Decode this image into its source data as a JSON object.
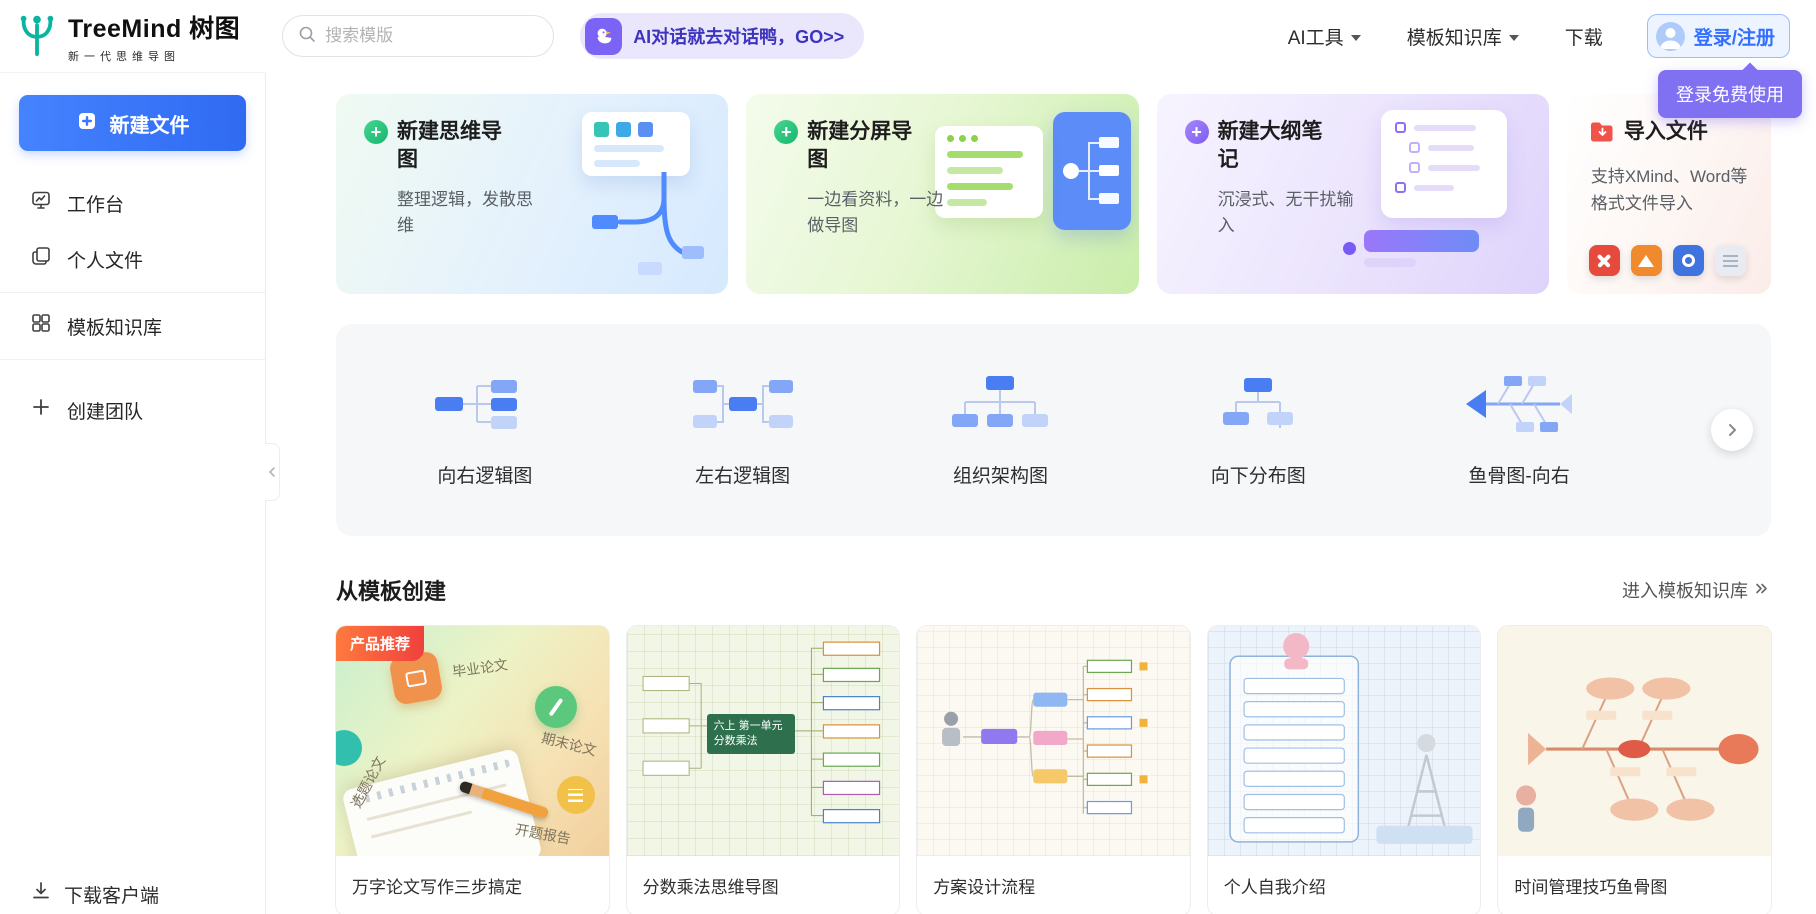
{
  "header": {
    "logo_title": "TreeMind 树图",
    "logo_subtitle": "新一代思维导图",
    "search_placeholder": "搜索模版",
    "ai_banner_text": "AI对话就去对话鸭，GO>>",
    "nav": [
      {
        "label": "AI工具"
      },
      {
        "label": "模板知识库"
      },
      {
        "label": "下载"
      }
    ],
    "login_label": "登录/注册",
    "login_tooltip": "登录免费使用"
  },
  "sidebar": {
    "new_file_label": "新建文件",
    "items": [
      {
        "label": "工作台"
      },
      {
        "label": "个人文件"
      },
      {
        "label": "模板知识库"
      },
      {
        "label": "创建团队"
      }
    ],
    "download_label": "下载客户端"
  },
  "create_cards": [
    {
      "title": "新建思维导图",
      "desc": "整理逻辑，发散思维"
    },
    {
      "title": "新建分屏导图",
      "desc": "一边看资料，一边做导图"
    },
    {
      "title": "新建大纲笔记",
      "desc": "沉浸式、无干扰输入"
    },
    {
      "title": "导入文件",
      "desc": "支持XMind、Word等格式文件导入"
    }
  ],
  "structure_bar": [
    {
      "label": "向右逻辑图"
    },
    {
      "label": "左右逻辑图"
    },
    {
      "label": "组织架构图"
    },
    {
      "label": "向下分布图"
    },
    {
      "label": "鱼骨图-向右"
    }
  ],
  "templates": {
    "section_title": "从模板创建",
    "more_link": "进入模板知识库",
    "cards": [
      {
        "title": "万字论文写作三步搞定",
        "badge": "产品推荐",
        "labels": [
          "毕业论文",
          "期末论文",
          "选题论文",
          "开题报告"
        ]
      },
      {
        "title": "分数乘法思维导图",
        "center_label": "六上 第一单元 分数乘法"
      },
      {
        "title": "方案设计流程"
      },
      {
        "title": "个人自我介绍"
      },
      {
        "title": "时间管理技巧鱼骨图"
      }
    ]
  },
  "colors": {
    "primary_blue": "#3370ff",
    "brand_teal": "#0ab5a0",
    "ai_purple": "#7a63f5",
    "tooltip_purple": "#8070f2",
    "badge_red": "#f0403c",
    "structure_bar_bg": "#f6f7f9"
  },
  "icons": {
    "logo": "treemind-trident",
    "search": "magnifier",
    "ai_banner": "duck",
    "nav_dropdown": "chevron-down",
    "login": "avatar",
    "new_file": "file-plus",
    "workspace": "monitor-chart",
    "personal_files": "pages",
    "template_library": "grid",
    "create_team": "plus",
    "download_client": "download-arrow",
    "collapse": "chevron-left",
    "more": "double-chevron-right",
    "next": "chevron-right",
    "import": "folder-arrow"
  }
}
